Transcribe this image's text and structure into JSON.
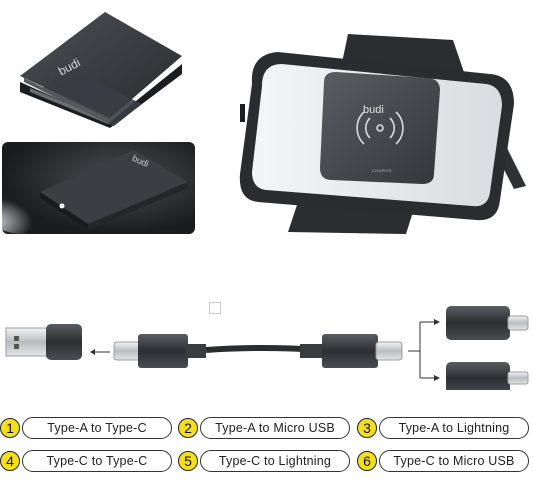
{
  "brand": {
    "name": "budi",
    "sub_label": "CHARGE"
  },
  "options": [
    {
      "num": "1",
      "label": "Type-A to Type-C"
    },
    {
      "num": "2",
      "label": "Type-A to  Micro USB"
    },
    {
      "num": "3",
      "label": "Type-A to Lightning"
    },
    {
      "num": "4",
      "label": "Type-C to Type-C"
    },
    {
      "num": "5",
      "label": "Type-C to Lightning"
    },
    {
      "num": "6",
      "label": "Type-C to  Micro USB"
    }
  ],
  "colors": {
    "number_badge": "#f5df1b",
    "product_body": "#2d2f33",
    "cable": "#2a2c2f"
  }
}
